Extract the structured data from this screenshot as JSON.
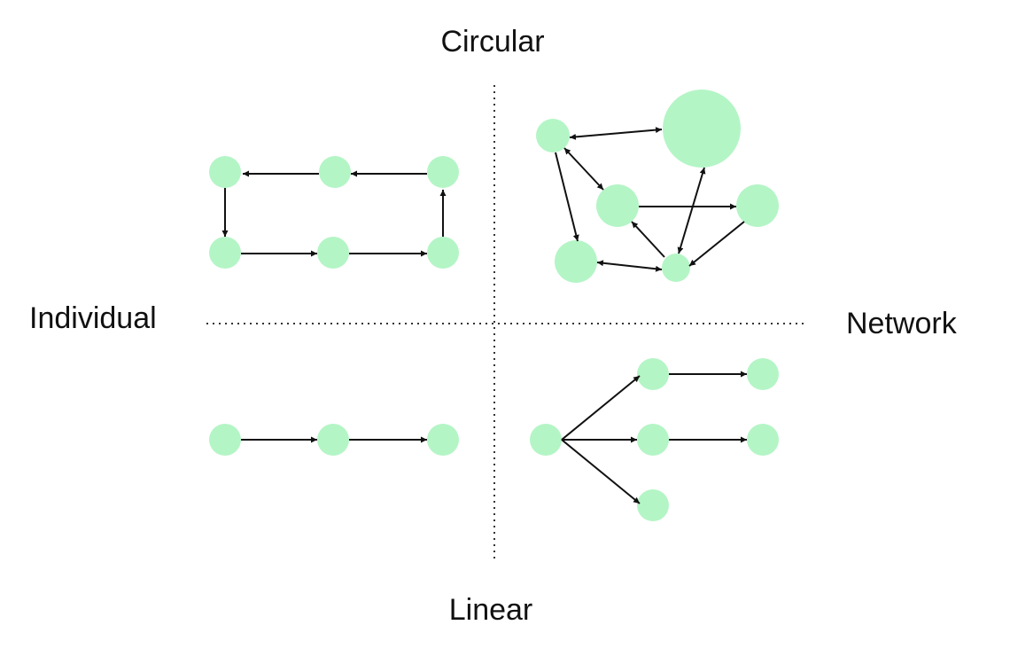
{
  "labels": {
    "top": "Circular",
    "bottom": "Linear",
    "left": "Individual",
    "right": "Network"
  },
  "colors": {
    "node": "#b4f5c6",
    "edge": "#111111",
    "axis": "#333333"
  }
}
